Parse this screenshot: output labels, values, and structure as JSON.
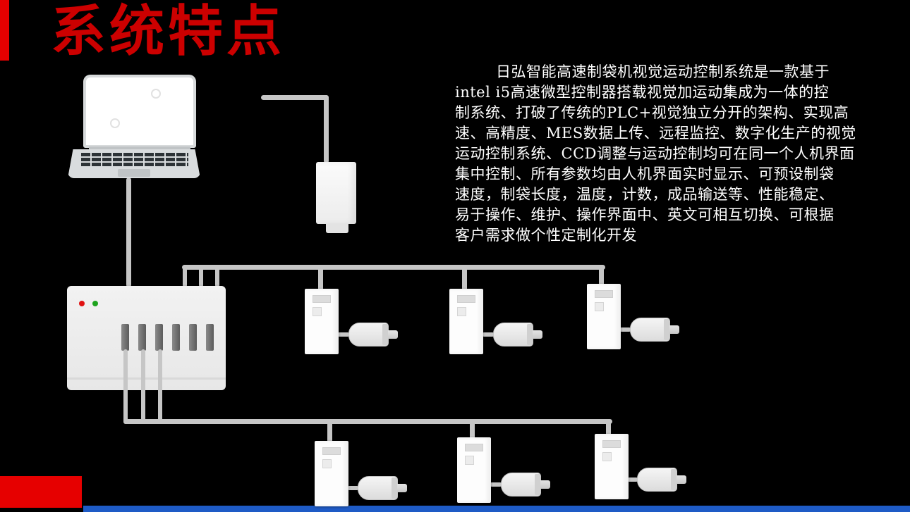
{
  "slide": {
    "title": "系统特点",
    "description_lines": [
      "日弘智能高速制袋机视觉运动控制系统是一款基于",
      "intel i5高速微型控制器搭载视觉加运动集成为一体的控",
      "制系统、打破了传统的PLC+视觉独立分开的架构、实现高",
      "速、高精度、MES数据上传、远程监控、数字化生产的视觉",
      "运动控制系统、CCD调整与运动控制均可在同一个人机界面",
      "集中控制、所有参数均由人机界面实时显示、可预设制袋",
      "速度，制袋长度，温度，计数，成品输送等、性能稳定、",
      "易于操作、维护、操作界面中、英文可相互切换、可根据",
      "客户需求做个性定制化开发"
    ]
  },
  "colors": {
    "background": "#000000",
    "title_red": "#cc0000",
    "accent_red": "#e60000",
    "footer_blue": "#1e5bc6",
    "cable_gray": "#c6c6c6",
    "led_red": "#e01212",
    "led_green": "#1da31d"
  },
  "diagram": {
    "icons": [
      "laptop-icon",
      "ccd-camera-icon",
      "motion-controller-icon",
      "servo-drive-icon",
      "servo-motor-icon"
    ],
    "servo_drive_count": 6,
    "servo_motor_count": 6
  }
}
